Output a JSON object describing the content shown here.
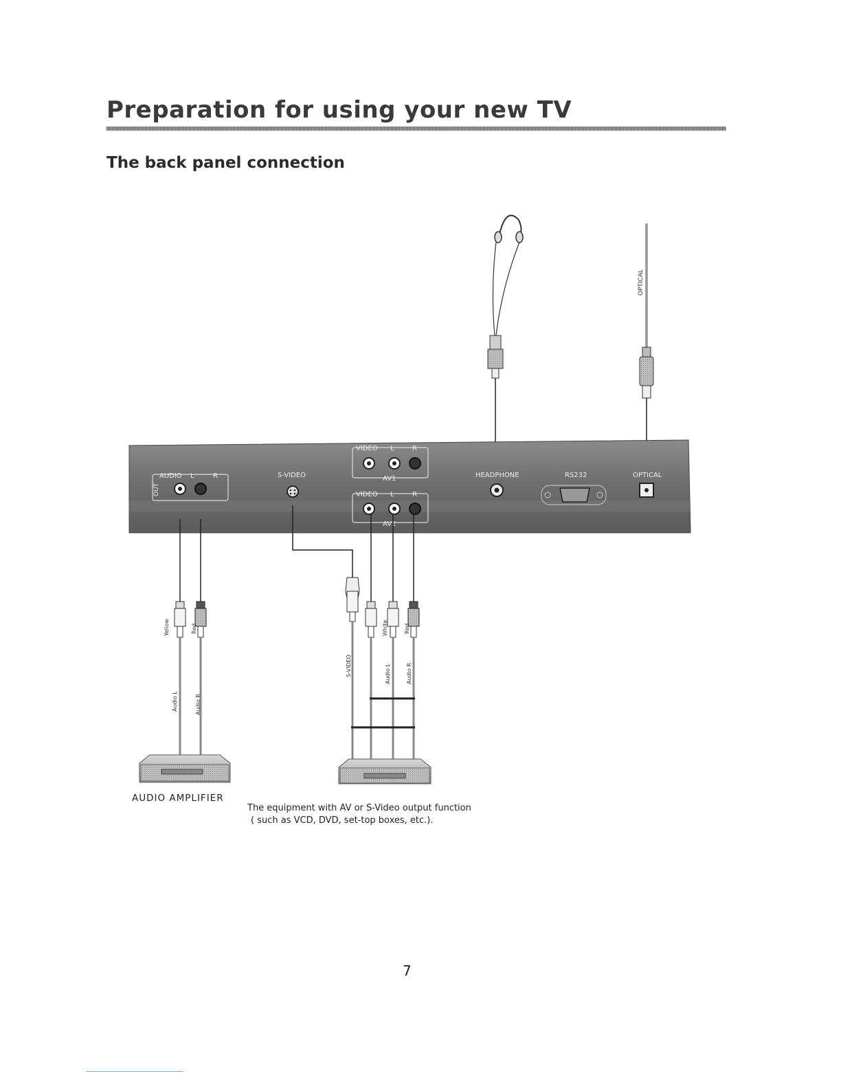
{
  "header": {
    "title": "Preparation for using your new TV",
    "section": "The back panel connection"
  },
  "panel": {
    "audio_out_group": "AUDIO",
    "audio_out_side": "OUT",
    "audio_l": "L",
    "audio_r": "R",
    "svideo": "S-VIDEO",
    "av1_video": "VIDEO",
    "av1_l": "L",
    "av1_r": "R",
    "av1_name": "AV1",
    "av2_video": "VIDEO",
    "av2_l": "L",
    "av2_r": "R",
    "av2_name": "AV2",
    "headphone": "HEADPHONE",
    "rs232": "RS232",
    "optical": "OPTICAL"
  },
  "cables": {
    "optical": "OPTICAL",
    "amp_yellow": "Yellow",
    "amp_red": "Red",
    "amp_audio_l": "Audio L",
    "amp_audio_r": "Audio R",
    "eq_svideo": "S-VIDEO",
    "eq_white": "White",
    "eq_red": "Red",
    "eq_audio_l": "Audio L",
    "eq_audio_r": "Audio R"
  },
  "captions": {
    "amplifier": "AUDIO  AMPLIFIER",
    "equipment_line1": "The equipment with AV or S-Video output function",
    "equipment_line2": "( such as VCD, DVD, set-top boxes, etc.)."
  },
  "footer": {
    "page_number": "7"
  }
}
